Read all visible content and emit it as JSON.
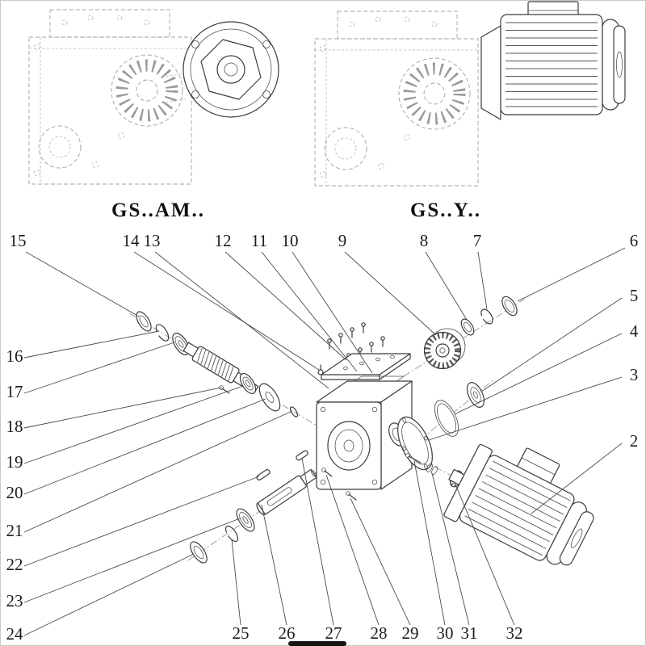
{
  "figure_labels": {
    "left": "GS..AM..",
    "right": "GS..Y.."
  },
  "callouts": {
    "top": [
      "15",
      "14",
      "13",
      "12",
      "11",
      "10",
      "9",
      "8",
      "7",
      "6"
    ],
    "right": [
      "5",
      "4",
      "3",
      "2"
    ],
    "left": [
      "16",
      "17",
      "18",
      "19",
      "20",
      "21",
      "22",
      "23",
      "24"
    ],
    "bottom": [
      "25",
      "26",
      "27",
      "28",
      "29",
      "30",
      "31",
      "32"
    ]
  },
  "colors": {
    "line": "#3c3c3c",
    "phantom": "#a0a0a0",
    "background": "#ffffff"
  }
}
